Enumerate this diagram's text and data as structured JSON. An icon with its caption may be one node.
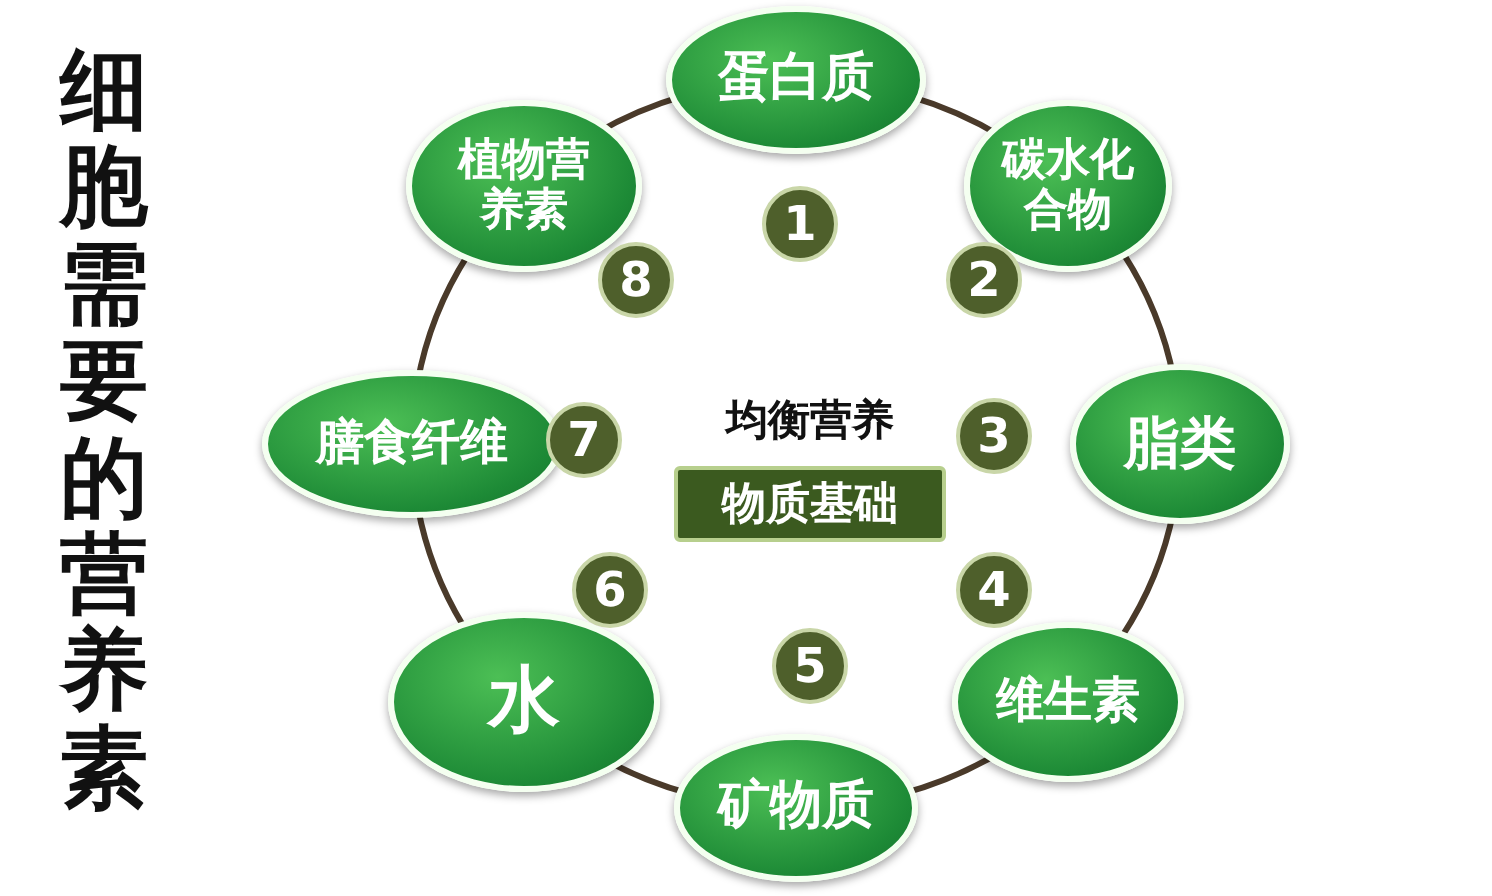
{
  "diagram": {
    "title": "细胞需要的营养素",
    "nodes": [
      {
        "text": [
          "蛋白质"
        ]
      },
      {
        "text": [
          "碳水化合物"
        ]
      },
      {
        "text": [
          "脂类"
        ]
      },
      {
        "text": [
          "维生素"
        ]
      },
      {
        "text": [
          "矿物质"
        ]
      },
      {
        "text": [
          "水"
        ]
      },
      {
        "text": [
          "膳食纤维"
        ]
      },
      {
        "text": [
          "植物营养素"
        ]
      },
      {
        "text": [
          "1"
        ]
      },
      {
        "text": [
          "2"
        ]
      },
      {
        "text": [
          "3"
        ]
      },
      {
        "text": [
          "4"
        ]
      },
      {
        "text": [
          "5"
        ]
      },
      {
        "text": [
          "6"
        ]
      },
      {
        "text": [
          "7"
        ]
      },
      {
        "text": [
          "8"
        ]
      },
      {
        "text": [
          "物质基础"
        ]
      }
    ],
    "edges": [
      {
        "from": 0,
        "to": 1,
        "arrow": "none"
      },
      {
        "from": 1,
        "to": 2,
        "arrow": "none"
      },
      {
        "from": 2,
        "to": 3,
        "arrow": "none"
      },
      {
        "from": 3,
        "to": 4,
        "arrow": "none"
      },
      {
        "from": 4,
        "to": 5,
        "arrow": "none"
      },
      {
        "from": 5,
        "to": 6,
        "arrow": "none"
      },
      {
        "from": 6,
        "to": 7,
        "arrow": "none"
      },
      {
        "from": 7,
        "to": 0,
        "arrow": "none"
      }
    ],
    "labels": [
      "均衡营养"
    ]
  }
}
